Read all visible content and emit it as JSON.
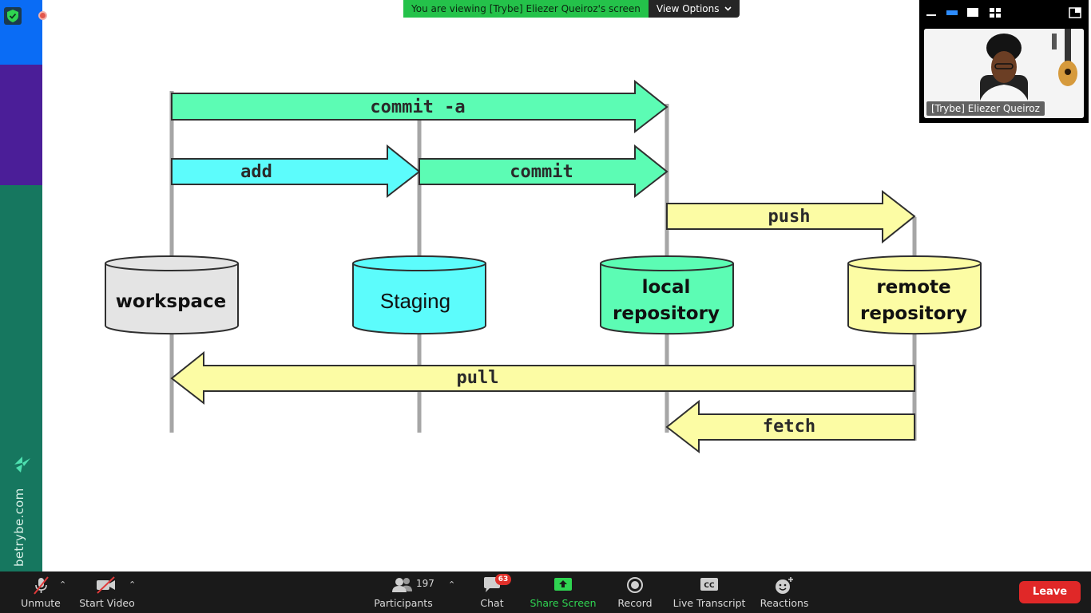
{
  "banner": {
    "message": "You are viewing [Trybe] Eliezer Queiroz's screen",
    "view_options": "View Options"
  },
  "sidebar": {
    "brand_text": "betrybe.com",
    "icon": "shield-check-icon",
    "logo": "trybe-logo"
  },
  "video": {
    "participant_name": "[Trybe] Eliezer Queiroz"
  },
  "diagram": {
    "arrows": {
      "commit_a": "commit -a",
      "add": "add",
      "commit": "commit",
      "push": "push",
      "pull": "pull",
      "fetch": "fetch"
    },
    "stores": {
      "workspace": "workspace",
      "staging": "Staging",
      "local_1": "local",
      "local_2": "repository",
      "remote_1": "remote",
      "remote_2": "repository"
    },
    "colors": {
      "commit": "#5cfcb4",
      "add": "#5cfcfc",
      "remote": "#fcfca4",
      "workspace": "#e4e4e4"
    }
  },
  "toolbar": {
    "unmute": "Unmute",
    "start_video": "Start Video",
    "participants": "Participants",
    "participants_count": "197",
    "chat": "Chat",
    "chat_badge": "63",
    "share_screen": "Share Screen",
    "record": "Record",
    "live_transcript": "Live Transcript",
    "reactions": "Reactions",
    "leave": "Leave",
    "accent_color": "#2fd451",
    "leave_color": "#e02828"
  }
}
